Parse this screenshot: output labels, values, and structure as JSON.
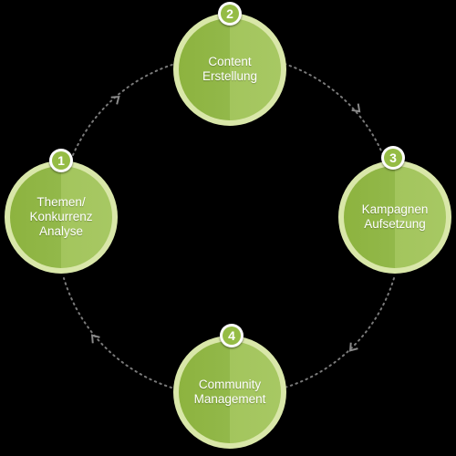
{
  "colors": {
    "background": "#000000",
    "node_fill": "#9cbf54",
    "node_ring": "#d9e7a9",
    "badge_fill": "#95bc45",
    "connector": "#7a7a7a"
  },
  "steps": [
    {
      "number": "1",
      "label": "Themen/\nKonkurrenz\nAnalyse"
    },
    {
      "number": "2",
      "label": "Content\nErstellung"
    },
    {
      "number": "3",
      "label": "Kampagnen\nAufsetzung"
    },
    {
      "number": "4",
      "label": "Community\nManagement"
    }
  ],
  "connectors": {
    "style": "dotted",
    "arrow_icon": "chevron-arrow-icon",
    "direction": "clockwise"
  }
}
